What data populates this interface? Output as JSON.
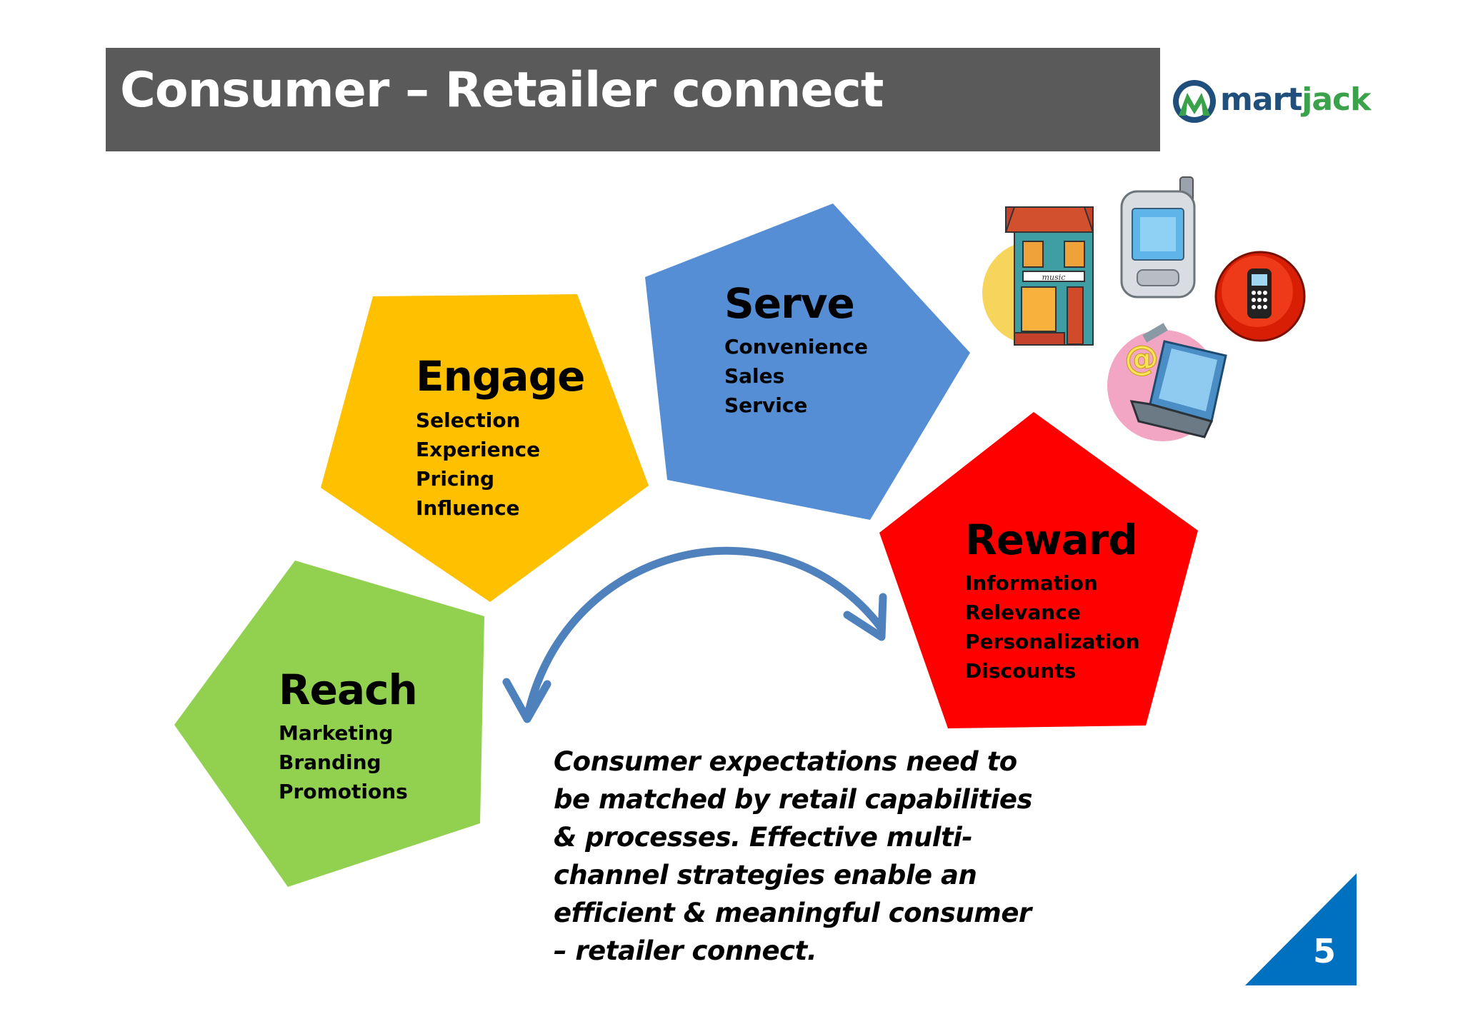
{
  "slide": {
    "title": "Consumer – Retailer connect",
    "page_number": "5",
    "message": "Consumer expectations need to be matched by retail capabilities & processes. Effective multi-channel strategies enable an efficient & meaningful consumer – retailer connect."
  },
  "logo": {
    "part1": "mart",
    "part2": "jack"
  },
  "stages": {
    "reach": {
      "title": "Reach",
      "color": "#92d050",
      "items": [
        "Marketing",
        "Branding",
        "Promotions"
      ]
    },
    "engage": {
      "title": "Engage",
      "color": "#ffc000",
      "items": [
        "Selection",
        "Experience",
        "Pricing",
        "Influence"
      ]
    },
    "serve": {
      "title": "Serve",
      "color": "#558ed5",
      "items": [
        "Convenience",
        "Sales",
        "Service"
      ]
    },
    "reward": {
      "title": "Reward",
      "color": "#ff0000",
      "items": [
        "Information",
        "Relevance",
        "Personalization",
        "Discounts"
      ]
    }
  },
  "icons": {
    "store": "music-store-icon",
    "store_sign": "music",
    "pda": "pda-phone-icon",
    "mobile": "mobile-phone-icon",
    "laptop": "laptop-email-icon"
  },
  "colors": {
    "title_bar": "#5a5a5a",
    "arrow": "#4f81bd",
    "page_triangle": "#0070c0"
  }
}
